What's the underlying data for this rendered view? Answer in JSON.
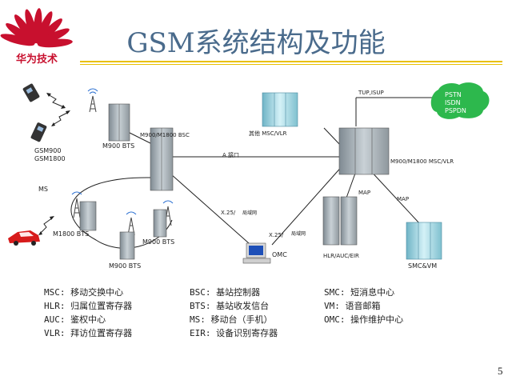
{
  "header": {
    "logo_text": "华为技术",
    "title": "GSM系统结构及功能"
  },
  "diagram": {
    "nodes": {
      "bts_top": "M900 BTS",
      "gsm_bands": [
        "GSM900",
        "GSM1800"
      ],
      "ms": "MS",
      "bsc": "M900/M1800 BSC",
      "bts_1800": "M1800 BTS",
      "bts_right": "M900 BTS",
      "bts_bottom": "M900 BTS",
      "omc": "OMC",
      "other_msc": "其他 MSC/VLR",
      "msc": "M900/M1800 MSC/VLR",
      "hlr": "HLR/AUC/EIR",
      "smc": "SMC&VM",
      "pstn": [
        "PSTN",
        "ISDN",
        "PSPDN"
      ]
    },
    "links": {
      "tup": "TUP,ISUP",
      "a_interface": "A 接口",
      "x25_bsc": "X.25/",
      "lan_bsc": "局域网",
      "x25_msc": "X.25/",
      "lan_msc": "局域网",
      "map_hlr": "MAP",
      "map_smc": "MAP"
    }
  },
  "legend": [
    "MSC: 移动交换中心",
    "BSC: 基站控制器",
    "SMC: 短消息中心",
    "HLR: 归属位置寄存器",
    "BTS: 基站收发信台",
    "VM:  语音邮箱",
    "AUC: 鉴权中心",
    "MS:  移动台（手机）",
    "OMC: 操作维护中心",
    "VLR: 拜访位置寄存器",
    "EIR: 设备识别寄存器"
  ],
  "page_number": "5",
  "colors": {
    "title": "#4a6b8c",
    "accent_rule": "#e8c000",
    "logo_red": "#c8102e",
    "pstn_cloud": "#2db84d",
    "cabinet_steel": "#a9b4bc",
    "cabinet_cyan": "#a8dce8"
  }
}
